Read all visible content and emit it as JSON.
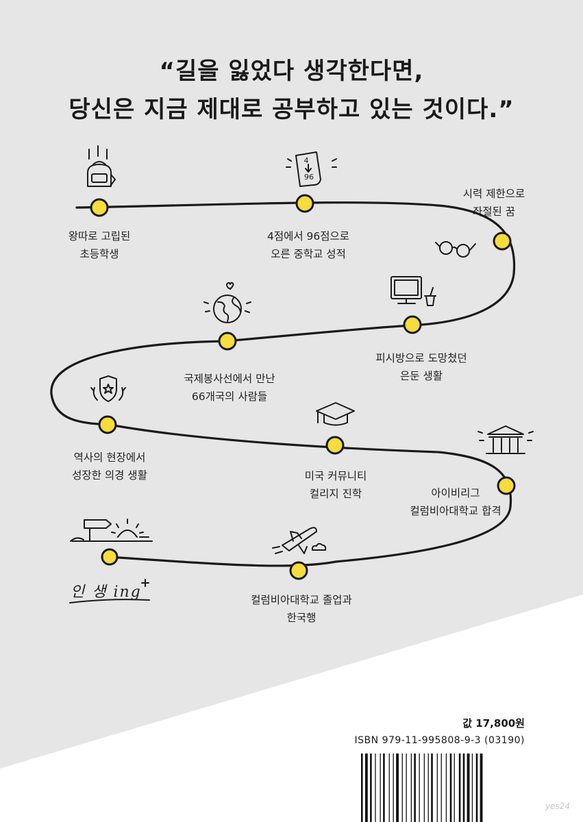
{
  "quote": {
    "line1": "“길을 잃었다 생각한다면,",
    "line2": "당신은 지금 제대로 공부하고 있는 것이다.”"
  },
  "milestones": [
    {
      "line1": "왕따로 고립된",
      "line2": "초등학생"
    },
    {
      "line1": "4점에서 96점으로",
      "line2": "오른 중학교 성적"
    },
    {
      "line1": "시력 제한으로",
      "line2": "좌절된 꿈"
    },
    {
      "line1": "피시방으로 도망쳤던",
      "line2": "은둔 생활"
    },
    {
      "line1": "국제봉사선에서 만난",
      "line2": "66개국의 사람들"
    },
    {
      "line1": "역사의 현장에서",
      "line2": "성장한 의경 생활"
    },
    {
      "line1": "미국 커뮤니티",
      "line2": "컬리지 진학"
    },
    {
      "line1": "아이비리그",
      "line2": "컬럼비아대학교 합격"
    },
    {
      "line1": "컬럼비아대학교 졸업과",
      "line2": "한국행"
    }
  ],
  "life_ing": "인 생 ing",
  "test_score": {
    "before": "4",
    "after": "96"
  },
  "price": "값 17,800원",
  "isbn": "ISBN 979-11-995808-9-3 (03190)",
  "watermark": "yes24",
  "colors": {
    "background_gray": "#e6e6e6",
    "dot_yellow": "#f6dc3c",
    "ink": "#1a1a1a"
  },
  "icons": [
    "backpack-icon",
    "test-paper-icon",
    "glasses-icon",
    "computer-icon",
    "drink-cup-icon",
    "globe-icon",
    "heart-icon",
    "shield-badge-icon",
    "graduation-cap-icon",
    "university-building-icon",
    "airplane-icon",
    "cloud-icon",
    "signpost-icon",
    "sunrise-icon",
    "sparkle-icon"
  ]
}
